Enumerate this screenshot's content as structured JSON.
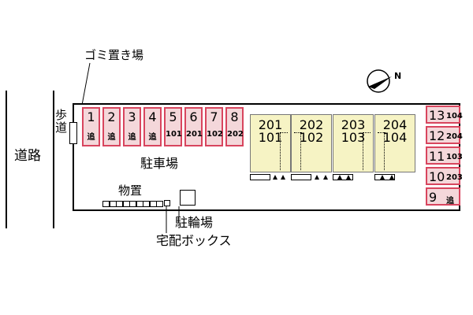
{
  "road": {
    "label": "道路"
  },
  "sidewalk": {
    "label_line1": "歩",
    "label_line2": "道"
  },
  "garbage": {
    "label": "ゴミ置き場"
  },
  "parking_area": {
    "label": "駐車場"
  },
  "storage": {
    "label": "物置"
  },
  "bicycle": {
    "label": "駐輪場"
  },
  "delivery_box": {
    "label": "宅配ボックス"
  },
  "north_symbol": {
    "label": "N"
  },
  "colors": {
    "parking_fill": "#f4d7da",
    "parking_border": "#d8455e",
    "building_fill": "#f6f3c4"
  },
  "parking_top": [
    {
      "num": "1",
      "sub": "追"
    },
    {
      "num": "2",
      "sub": "追"
    },
    {
      "num": "3",
      "sub": "追"
    },
    {
      "num": "4",
      "sub": "追"
    },
    {
      "num": "5",
      "sub": "101"
    },
    {
      "num": "6",
      "sub": "201"
    },
    {
      "num": "7",
      "sub": "102"
    },
    {
      "num": "8",
      "sub": "202"
    }
  ],
  "parking_right": [
    {
      "num": "13",
      "sub": "104"
    },
    {
      "num": "12",
      "sub": "204"
    },
    {
      "num": "11",
      "sub": "103"
    },
    {
      "num": "10",
      "sub": "203"
    },
    {
      "num": "9",
      "sub": "追"
    }
  ],
  "units": [
    {
      "upper": "201",
      "lower": "101"
    },
    {
      "upper": "202",
      "lower": "102"
    },
    {
      "upper": "203",
      "lower": "103"
    },
    {
      "upper": "204",
      "lower": "104"
    }
  ]
}
